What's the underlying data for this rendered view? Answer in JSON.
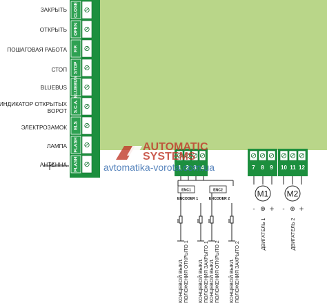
{
  "colors": {
    "board": "#b9d689",
    "strip": "#1c8f3e",
    "text": "#222222",
    "watermark_red": "#c0392b",
    "watermark_blue": "#3a6fb0"
  },
  "inputs": [
    {
      "label": "ЗАКРЫТЬ",
      "code": "CLOSE"
    },
    {
      "label": "ОТКРЫТЬ",
      "code": "OPEN"
    },
    {
      "label": "ПОШАГОВАЯ РАБОТА",
      "code": "P.P."
    },
    {
      "label": "СТОП",
      "code": "STOP"
    },
    {
      "label": "BLUEBUS",
      "code": "BLUEBUS"
    },
    {
      "label": "ИНДИКАТОР ОТКРЫТЫХ",
      "label2": "ВОРОТ",
      "code": "S.C.A."
    },
    {
      "label": "ЭЛЕКТРОЗАМОК",
      "code": "ELS"
    },
    {
      "label": "ЛАМПА",
      "code": "FLASH"
    },
    {
      "label": "АНТЕННА",
      "code": "FLASH"
    }
  ],
  "terminals": {
    "encoder_block": [
      "1",
      "2",
      "3",
      "4"
    ],
    "motor1_block": [
      "7",
      "8",
      "9"
    ],
    "motor2_block": [
      "10",
      "11",
      "12"
    ]
  },
  "encoders": [
    {
      "box": "ENC1",
      "caption": "ENCODER 1"
    },
    {
      "box": "ENC2",
      "caption": "ENCODER 2"
    }
  ],
  "motors": [
    {
      "symbol": "M1",
      "minus": "-",
      "ground": "⊕",
      "plus": "+",
      "caption": "ДВИГАТЕЛЬ 1"
    },
    {
      "symbol": "M2",
      "minus": "-",
      "ground": "⊕",
      "plus": "+",
      "caption": "ДВИГАТЕЛЬ 2"
    }
  ],
  "limit_switches": [
    [
      "КОНЦЕВОЙ ВЫКЛ.",
      "ПОЛОЖЕНИЯ ОТКРЫТО 1"
    ],
    [
      "КОНЦЕВОЙ ВЫКЛ.",
      "ПОЛОЖЕНИЯ ЗАКРЫТО 1"
    ],
    [
      "КОНЦЕВОЙ ВЫКЛ.",
      "ПОЛОЖЕНИЯ ОТКРЫТО 2"
    ],
    [
      "КОНЦЕВОЙ ВЫКЛ.",
      "ПОЛОЖЕНИЯ ЗАКРЫТО 2"
    ]
  ],
  "watermark": {
    "line1": "AUTOMATIC",
    "line2": "SYSTEMS",
    "url": "avtomatika-vorota.com.ua"
  }
}
